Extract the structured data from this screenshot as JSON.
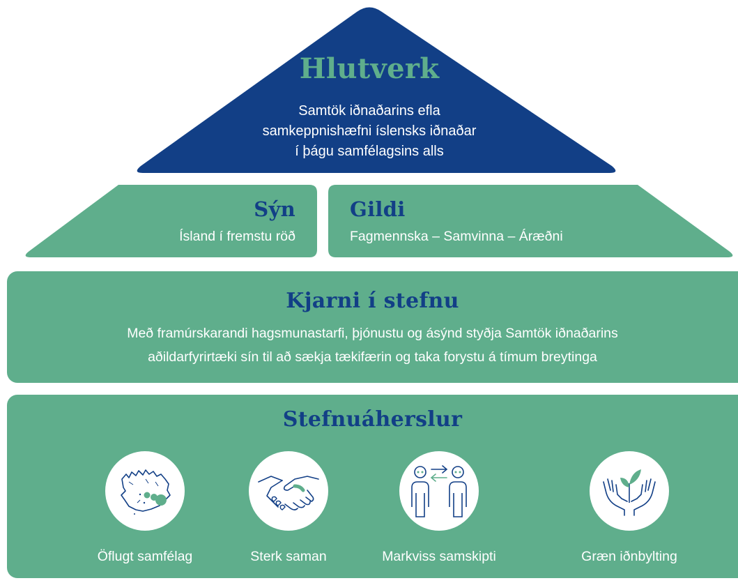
{
  "roof": {
    "title": "Hlutverk",
    "text_lines": [
      "Samtök iðnaðarins efla",
      "samkeppnishæfni íslensks iðnaðar",
      "í þágu samfélagsins alls"
    ]
  },
  "syn": {
    "title": "Sýn",
    "text": "Ísland í fremstu röð"
  },
  "gildi": {
    "title": "Gildi",
    "text": "Fagmennska – Samvinna – Áræðni"
  },
  "kjarni": {
    "title": "Kjarni í stefnu",
    "text_lines": [
      "Með framúrskarandi hagsmunastarfi, þjónustu og ásýnd styðja Samtök iðnaðarins",
      "aðildarfyrirtæki sín til að sækja tækifærin og taka forystu á tímum breytinga"
    ]
  },
  "stefnuaherslur": {
    "title": "Stefnuáherslur",
    "items": [
      {
        "label": "Öflugt samfélag",
        "icon": "iceland-map-icon"
      },
      {
        "label": "Sterk saman",
        "icon": "handshake-icon"
      },
      {
        "label": "Markviss samskipti",
        "icon": "communication-people-icon"
      },
      {
        "label": "Græn iðnbylting",
        "icon": "hands-plant-icon"
      }
    ]
  },
  "colors": {
    "navy": "#123f86",
    "green": "#5fae8c",
    "white": "#ffffff"
  }
}
